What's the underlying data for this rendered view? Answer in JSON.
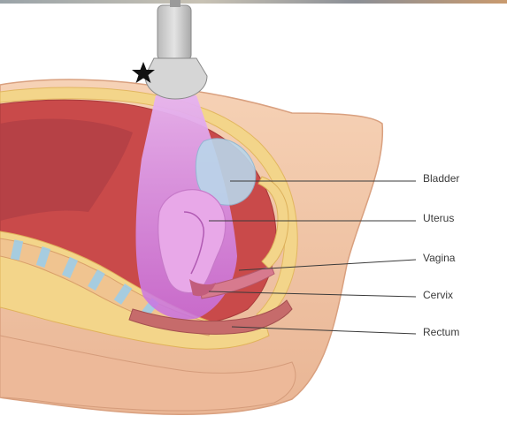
{
  "labels": {
    "bladder": "Bladder",
    "uterus": "Uterus",
    "vagina": "Vagina",
    "cervix": "Cervix",
    "rectum": "Rectum"
  },
  "icons": {
    "probe": "ultrasound-probe-icon",
    "marker": "star-icon"
  },
  "colors": {
    "skin": "#f2c7a8",
    "fat": "#f3d58a",
    "muscle": "#c94a4a",
    "beam": "#d98ce8",
    "bladder": "#b9d6ea",
    "uterus": "#e8a8e8"
  }
}
